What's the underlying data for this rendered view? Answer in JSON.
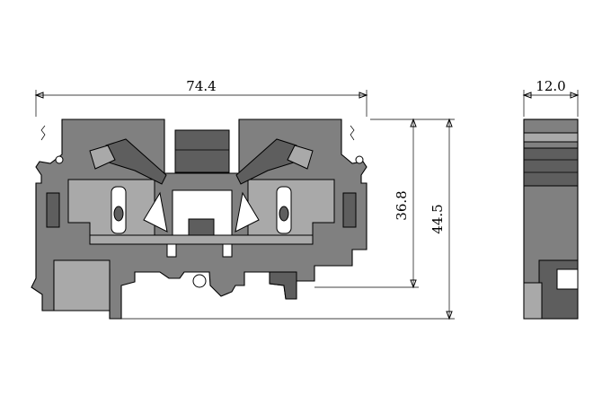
{
  "dimensions": {
    "overall_width": "74.4",
    "side_width": "12.0",
    "inner_height": "36.8",
    "overall_height": "44.5"
  },
  "colors": {
    "body": "#808080",
    "dark": "#5e5e5e",
    "light": "#a9a9a9",
    "line": "#000000",
    "background": "#ffffff"
  }
}
